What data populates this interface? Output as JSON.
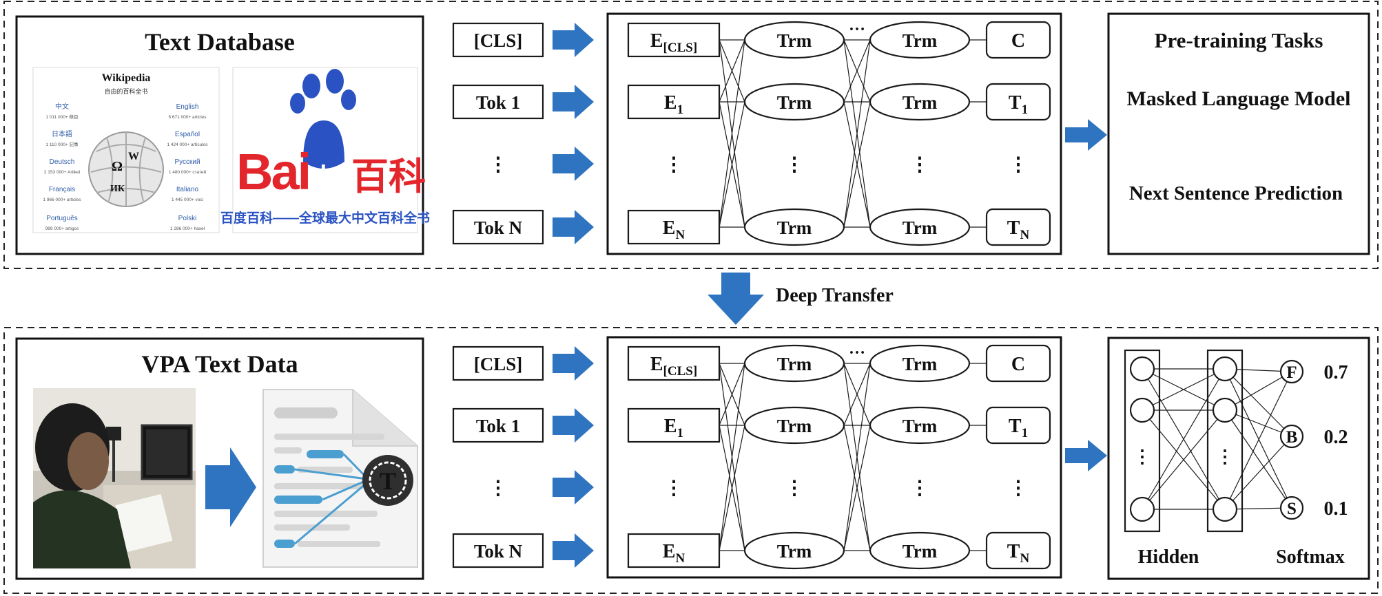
{
  "top": {
    "database_title": "Text Database",
    "wikipedia": {
      "logo_text": "Wikipedia",
      "tagline": "自由的百科全书",
      "languages": [
        {
          "name": "中文",
          "count": "1 011 000+ 條目"
        },
        {
          "name": "English",
          "count": "5 671 000+ articles"
        },
        {
          "name": "日本語",
          "count": "1 110 000+ 記事"
        },
        {
          "name": "Español",
          "count": "1 424 000+ artículos"
        },
        {
          "name": "Deutsch",
          "count": "2 153 000+ Artikel"
        },
        {
          "name": "Русский",
          "count": "1 480 000+ статей"
        },
        {
          "name": "Français",
          "count": "1 966 000+ articles"
        },
        {
          "name": "Italiano",
          "count": "1 445 000+ voci"
        },
        {
          "name": "Português",
          "count": "999 000+ artigos"
        },
        {
          "name": "Polski",
          "count": "1 286 000+ haseł"
        }
      ]
    },
    "baidu": {
      "brand_left": "Bai",
      "brand_du": "du",
      "brand_right": "百科",
      "slogan": "百度百科——全球最大中文百科全书"
    },
    "tasks_title": "Pre-training Tasks",
    "task_1": "Masked Language Model",
    "task_2": "Next Sentence Prediction"
  },
  "transfer_label": "Deep Transfer",
  "bottom": {
    "data_title": "VPA Text Data",
    "doc_badge": "T",
    "hidden_label": "Hidden",
    "softmax_label": "Softmax",
    "outputs": [
      {
        "label": "F",
        "prob": "0.7"
      },
      {
        "label": "B",
        "prob": "0.2"
      },
      {
        "label": "S",
        "prob": "0.1"
      }
    ]
  },
  "bert": {
    "tokens": [
      "[CLS]",
      "Tok 1",
      "⋮",
      "Tok N"
    ],
    "embeddings": [
      {
        "base": "E",
        "sub": "[CLS]"
      },
      {
        "base": "E",
        "sub": "1"
      },
      {
        "base": "⋮",
        "sub": ""
      },
      {
        "base": "E",
        "sub": "N"
      }
    ],
    "trm": "Trm",
    "outputs": [
      {
        "base": "C",
        "sub": ""
      },
      {
        "base": "T",
        "sub": "1"
      },
      {
        "base": "⋮",
        "sub": ""
      },
      {
        "base": "T",
        "sub": "N"
      }
    ],
    "ellipsis": "⋮",
    "top_ellipsis": "…"
  },
  "colors": {
    "arrow": "#2f74c0",
    "baidu_red": "#e3262b",
    "baidu_blue": "#2a52c2"
  }
}
